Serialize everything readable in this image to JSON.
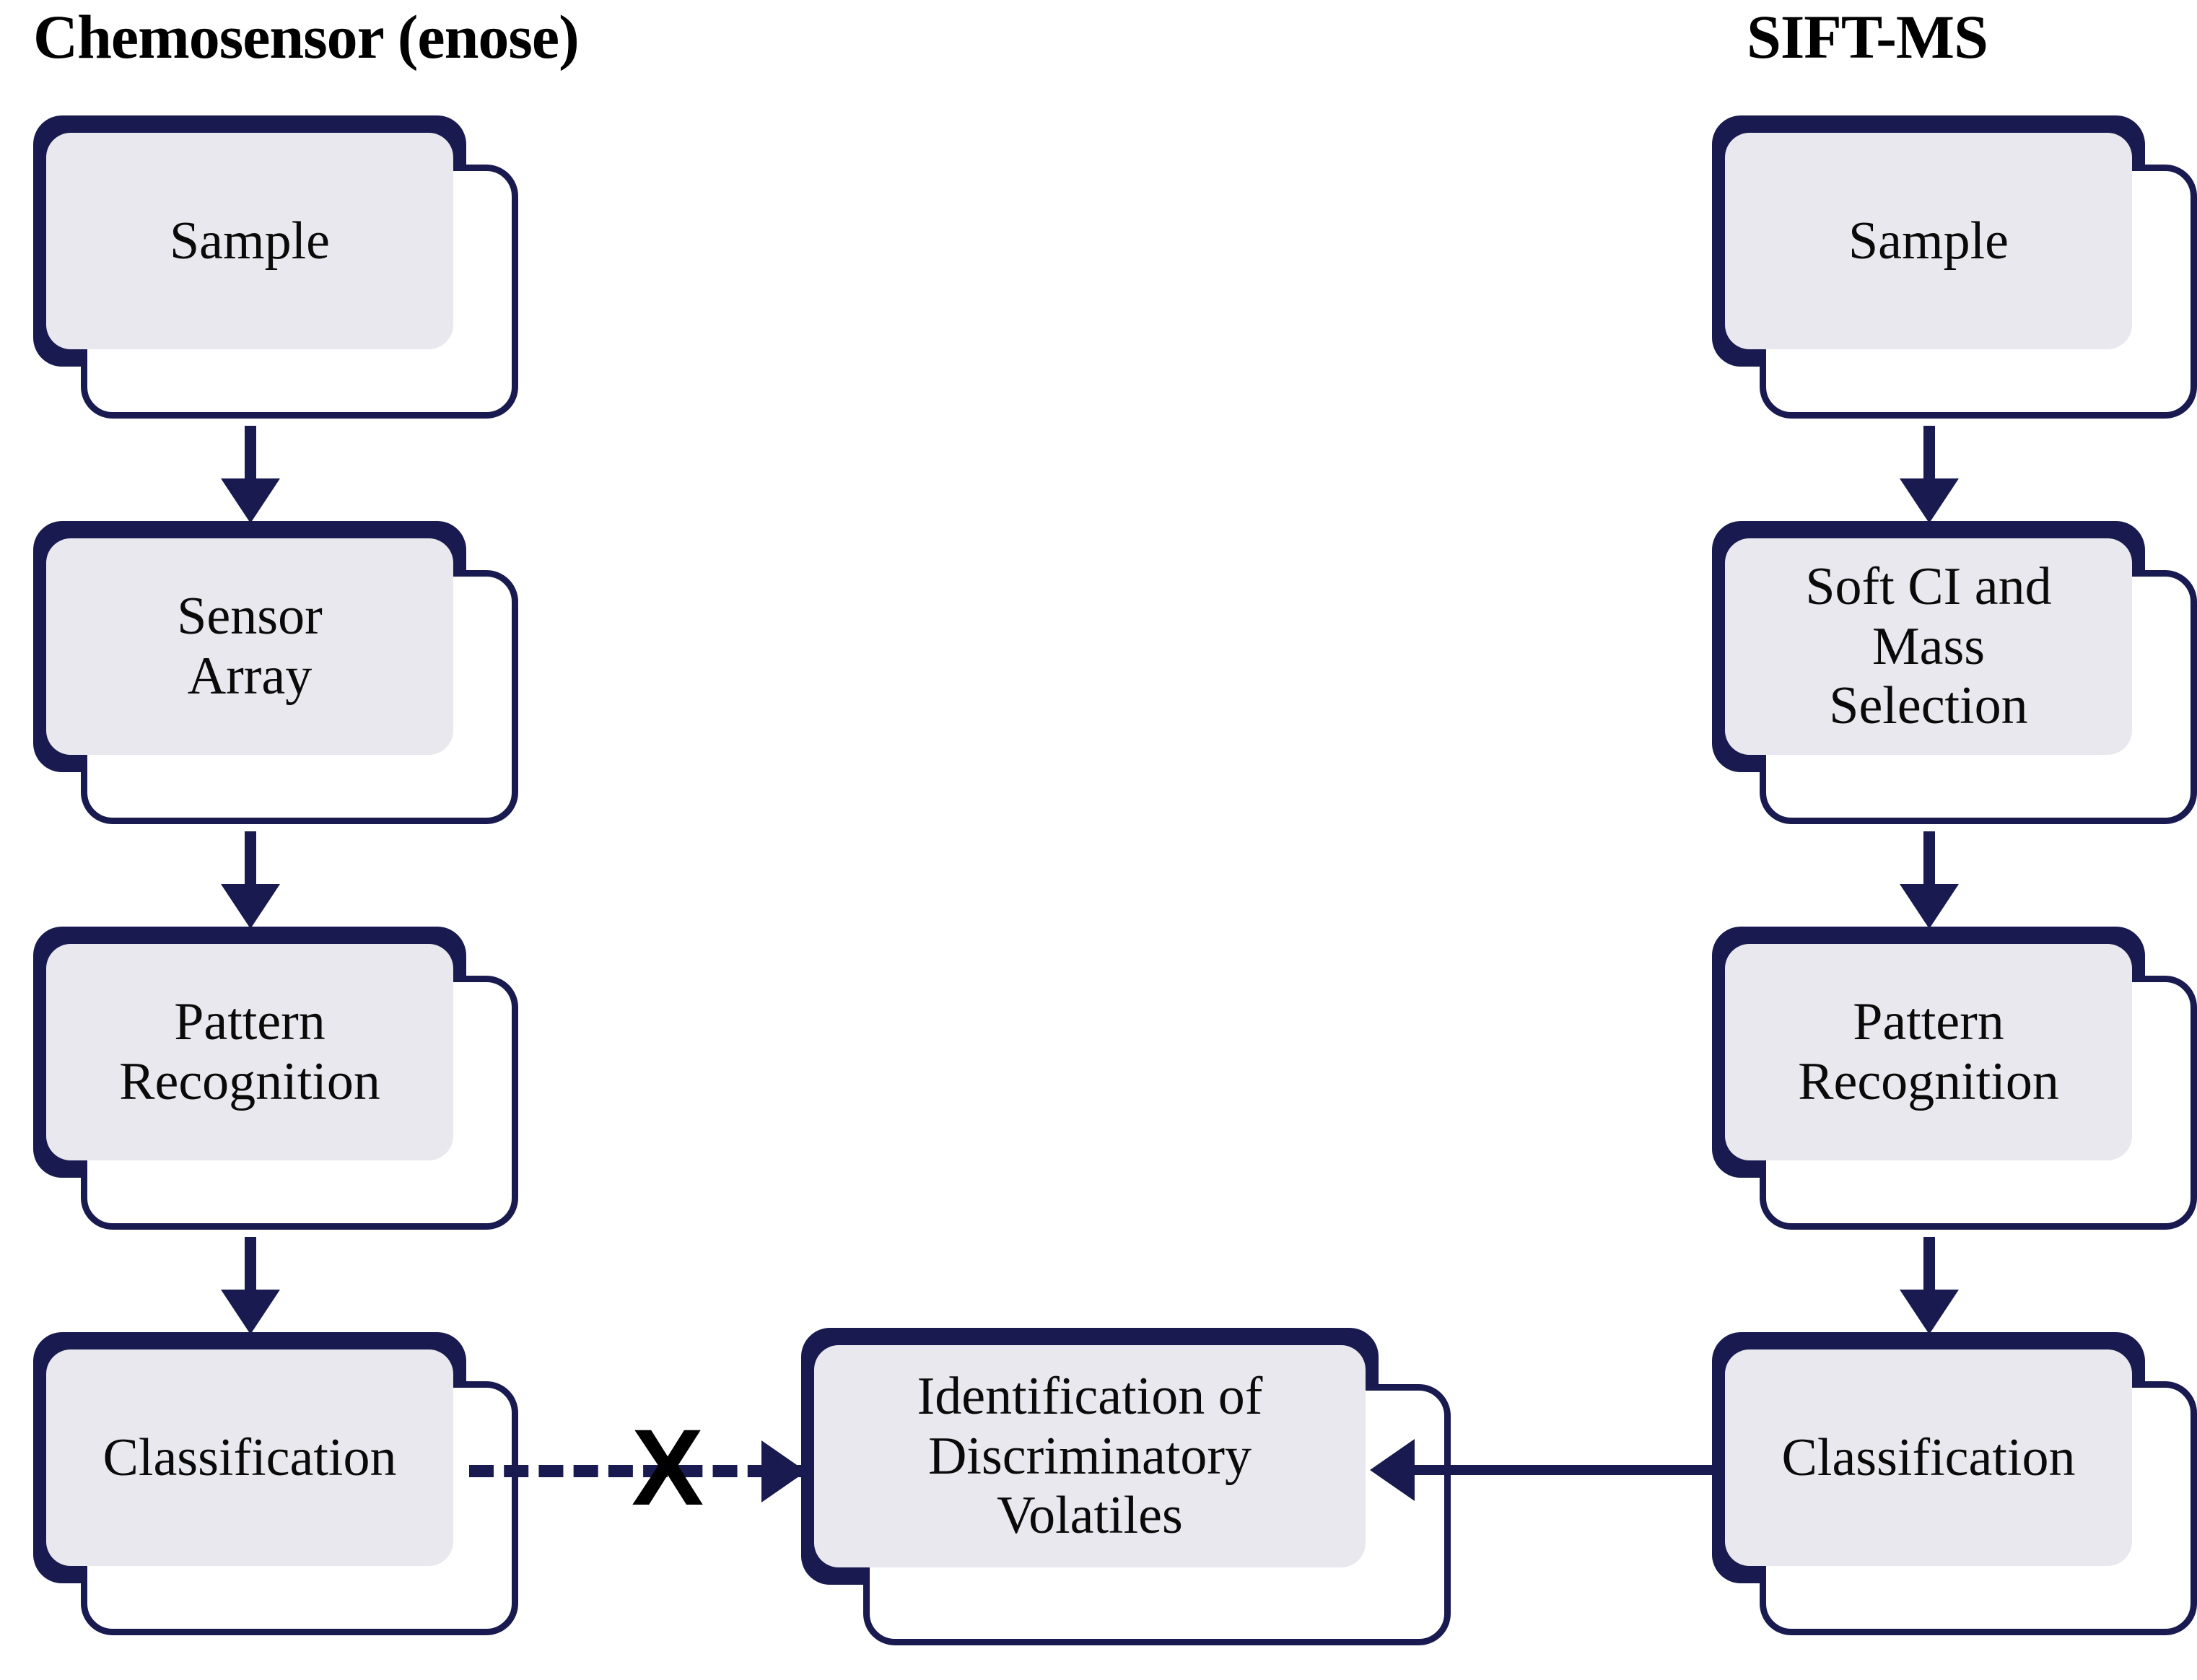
{
  "diagram": {
    "type": "flowchart",
    "background": "#ffffff",
    "palette": {
      "navy": "#191A4F",
      "inner_gray": "#E8E8EE",
      "text": "#0a0a0a",
      "x_mark": "#000000"
    },
    "columns": [
      {
        "id": "chemosensor",
        "title": "Chemosensor (enose)",
        "nodes": [
          {
            "id": "cs-sample",
            "label": "Sample"
          },
          {
            "id": "cs-sensor",
            "label": "Sensor\nArray"
          },
          {
            "id": "cs-pattern",
            "label": "Pattern\nRecognition"
          },
          {
            "id": "cs-classify",
            "label": "Classification"
          }
        ]
      },
      {
        "id": "siftms",
        "title": "SIFT-MS",
        "nodes": [
          {
            "id": "ms-sample",
            "label": "Sample"
          },
          {
            "id": "ms-softci",
            "label": "Soft CI and\nMass\nSelection"
          },
          {
            "id": "ms-pattern",
            "label": "Pattern\nRecognition"
          },
          {
            "id": "ms-classify",
            "label": "Classification"
          }
        ]
      }
    ],
    "center_node": {
      "id": "identification",
      "label": "Identification of\nDiscriminatory\nVolatiles"
    },
    "connectors": [
      {
        "id": "cs-sample-to-sensor",
        "from": "cs-sample",
        "to": "cs-sensor",
        "style": "solid",
        "direction": "down"
      },
      {
        "id": "cs-sensor-to-pattern",
        "from": "cs-sensor",
        "to": "cs-pattern",
        "style": "solid",
        "direction": "down"
      },
      {
        "id": "cs-pattern-to-classify",
        "from": "cs-pattern",
        "to": "cs-classify",
        "style": "solid",
        "direction": "down"
      },
      {
        "id": "ms-sample-to-softci",
        "from": "ms-sample",
        "to": "ms-softci",
        "style": "solid",
        "direction": "down"
      },
      {
        "id": "ms-softci-to-pattern",
        "from": "ms-softci",
        "to": "ms-pattern",
        "style": "solid",
        "direction": "down"
      },
      {
        "id": "ms-pattern-to-classify",
        "from": "ms-pattern",
        "to": "ms-classify",
        "style": "solid",
        "direction": "down"
      },
      {
        "id": "cs-classify-to-center",
        "from": "cs-classify",
        "to": "identification",
        "style": "dashed",
        "direction": "right",
        "blocked": true,
        "marker": "X"
      },
      {
        "id": "ms-classify-to-center",
        "from": "ms-classify",
        "to": "identification",
        "style": "solid",
        "direction": "left"
      }
    ],
    "blocked_marker_label": "X"
  }
}
